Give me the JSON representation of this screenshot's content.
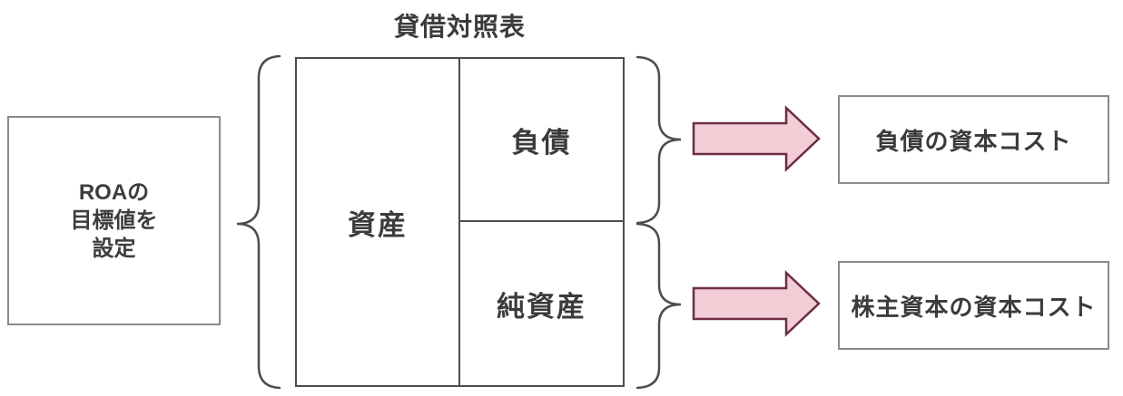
{
  "balance_sheet": {
    "title": "貸借対照表",
    "assets_label": "資産",
    "liabilities_label": "負債",
    "net_assets_label": "純資産"
  },
  "left_box": {
    "lines": [
      "ROAの",
      "目標値を",
      "設定"
    ]
  },
  "outputs": {
    "debt_cost_label": "負債の資本コスト",
    "equity_cost_label": "株主資本の資本コスト"
  },
  "colors": {
    "arrow_fill": "#f2cdd6",
    "arrow_border": "#6d2b44",
    "line_color": "#4d4d4d",
    "light_border": "#8a8a8a",
    "text_color": "#3b3b3b",
    "background": "#ffffff"
  }
}
